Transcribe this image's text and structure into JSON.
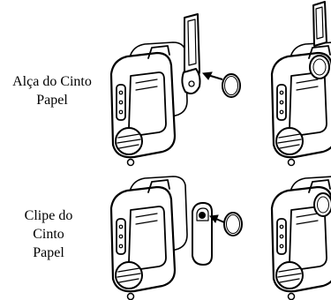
{
  "labels": {
    "belt_strap": [
      "Alça do Cinto",
      "Papel"
    ],
    "belt_clip": [
      "Clipe do",
      "Cinto",
      "Papel"
    ]
  },
  "colors": {
    "ink": "#000000",
    "paper": "#ffffff"
  }
}
